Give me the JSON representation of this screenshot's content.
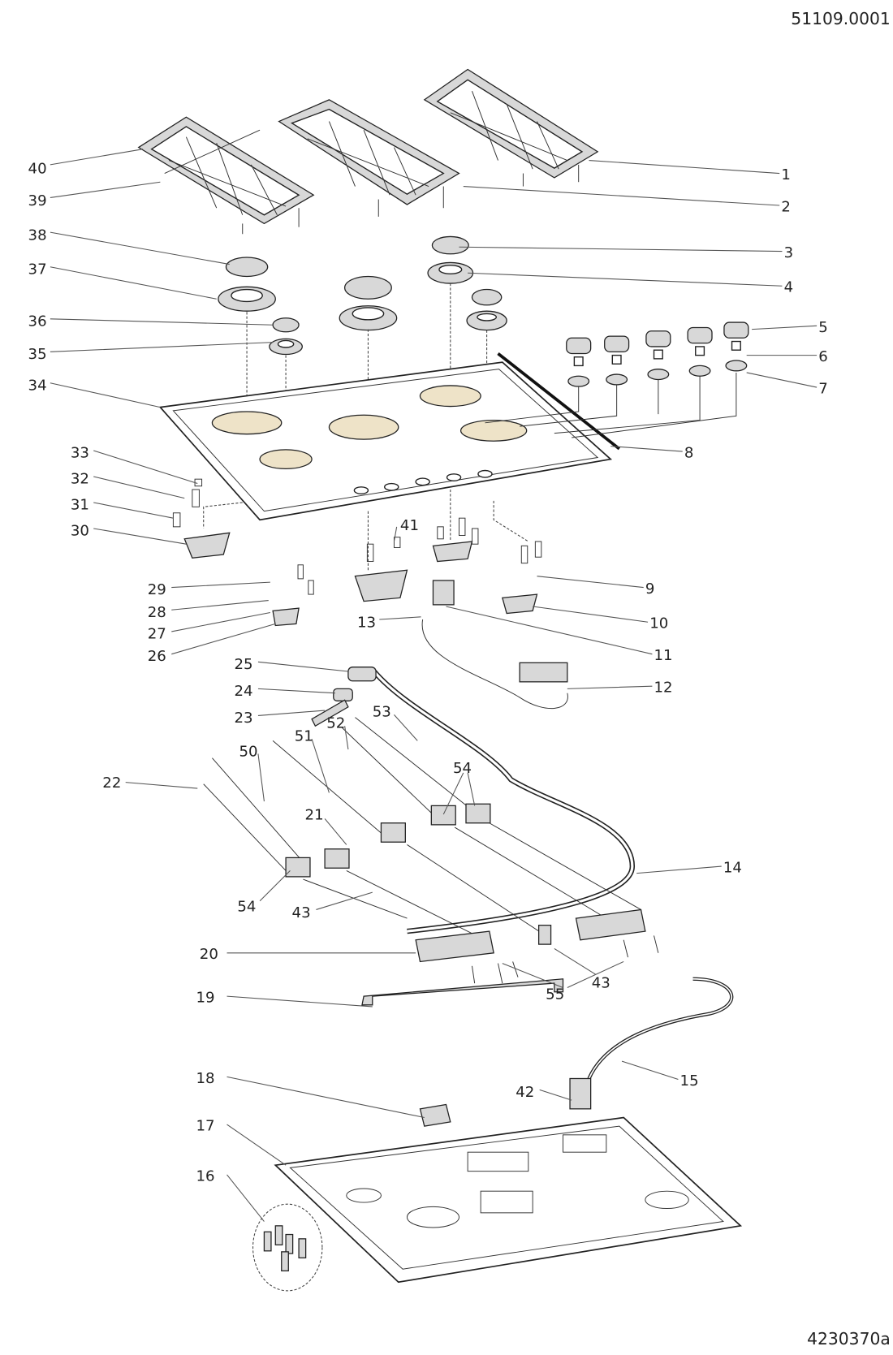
{
  "header": {
    "drawing_number": "51109.0001"
  },
  "footer": {
    "drawing_code": "4230370a"
  },
  "callouts": {
    "c1": "1",
    "c2": "2",
    "c3": "3",
    "c4": "4",
    "c5": "5",
    "c6": "6",
    "c7": "7",
    "c8": "8",
    "c9": "9",
    "c10": "10",
    "c11": "11",
    "c12": "12",
    "c13": "13",
    "c14": "14",
    "c15": "15",
    "c16": "16",
    "c17": "17",
    "c18": "18",
    "c19": "19",
    "c20": "20",
    "c21": "21",
    "c22": "22",
    "c23": "23",
    "c24": "24",
    "c25": "25",
    "c26": "26",
    "c27": "27",
    "c28": "28",
    "c29": "29",
    "c30": "30",
    "c31": "31",
    "c32": "32",
    "c33": "33",
    "c34": "34",
    "c35": "35",
    "c36": "36",
    "c37": "37",
    "c38": "38",
    "c39": "39",
    "c40": "40",
    "c41": "41",
    "c42": "42",
    "c43a": "43",
    "c43b": "43",
    "c50": "50",
    "c51": "51",
    "c52": "52",
    "c53": "53",
    "c54a": "54",
    "c54b": "54",
    "c55": "55"
  }
}
